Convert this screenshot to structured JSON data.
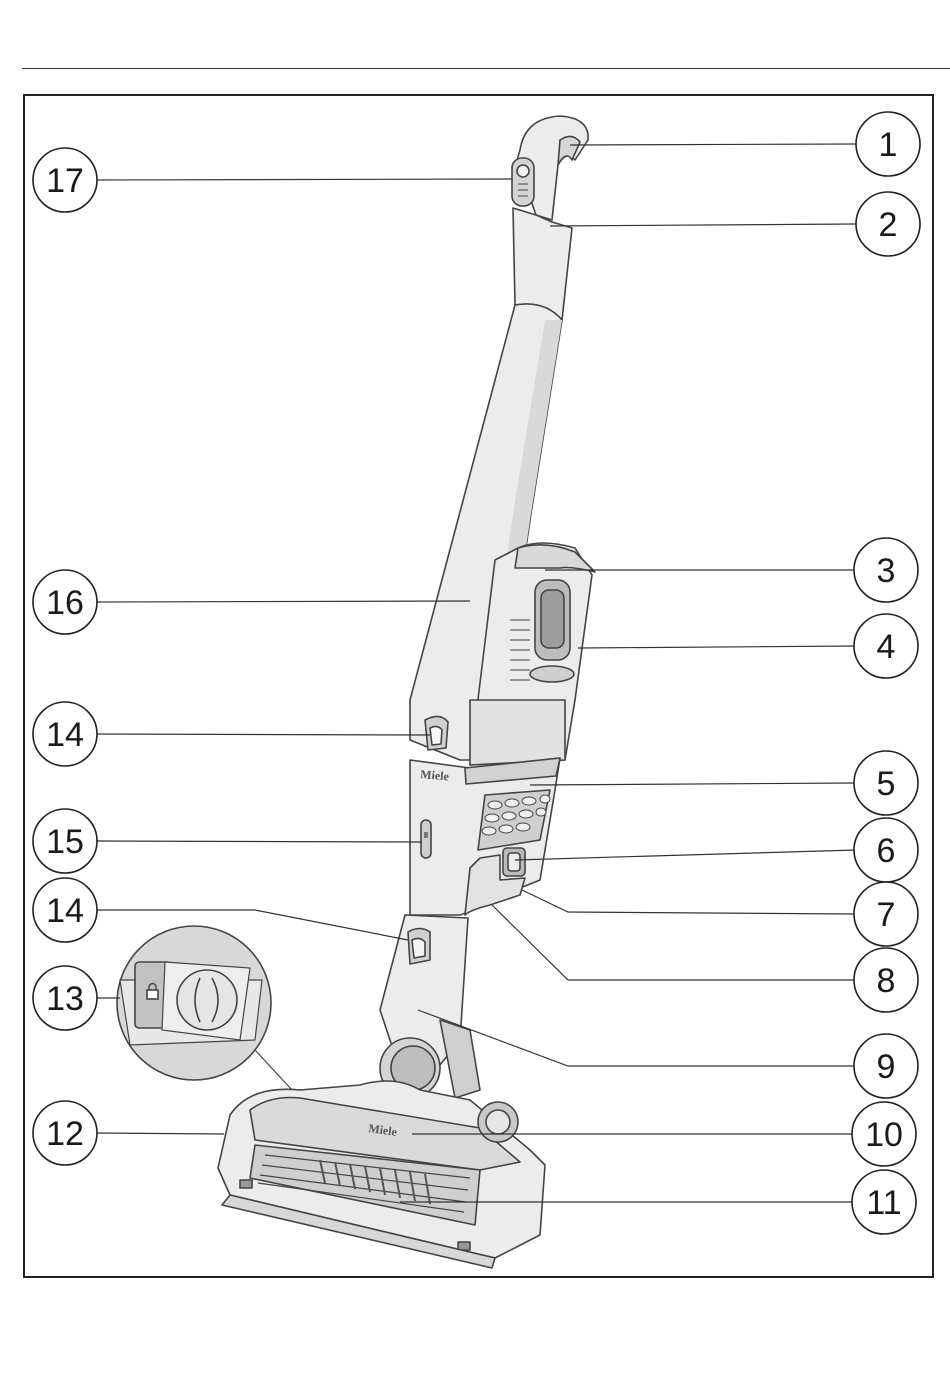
{
  "callouts": [
    {
      "id": "1",
      "text": "1"
    },
    {
      "id": "2",
      "text": "2"
    },
    {
      "id": "3",
      "text": "3"
    },
    {
      "id": "4",
      "text": "4"
    },
    {
      "id": "5",
      "text": "5"
    },
    {
      "id": "6",
      "text": "6"
    },
    {
      "id": "7",
      "text": "7"
    },
    {
      "id": "8",
      "text": "8"
    },
    {
      "id": "9",
      "text": "9"
    },
    {
      "id": "10",
      "text": "10"
    },
    {
      "id": "11",
      "text": "11"
    },
    {
      "id": "12",
      "text": "12"
    },
    {
      "id": "13",
      "text": "13"
    },
    {
      "id": "14a",
      "text": "14"
    },
    {
      "id": "14b",
      "text": "14"
    },
    {
      "id": "15",
      "text": "15"
    },
    {
      "id": "16",
      "text": "16"
    },
    {
      "id": "17",
      "text": "17"
    }
  ],
  "device": {
    "brand_body": "Miele",
    "brand_floorhead": "Miele"
  },
  "colors": {
    "line": "#333333",
    "body_fill": "#e9e9e9",
    "shade": "#c9c9c9",
    "dark": "#8a8a8a"
  }
}
